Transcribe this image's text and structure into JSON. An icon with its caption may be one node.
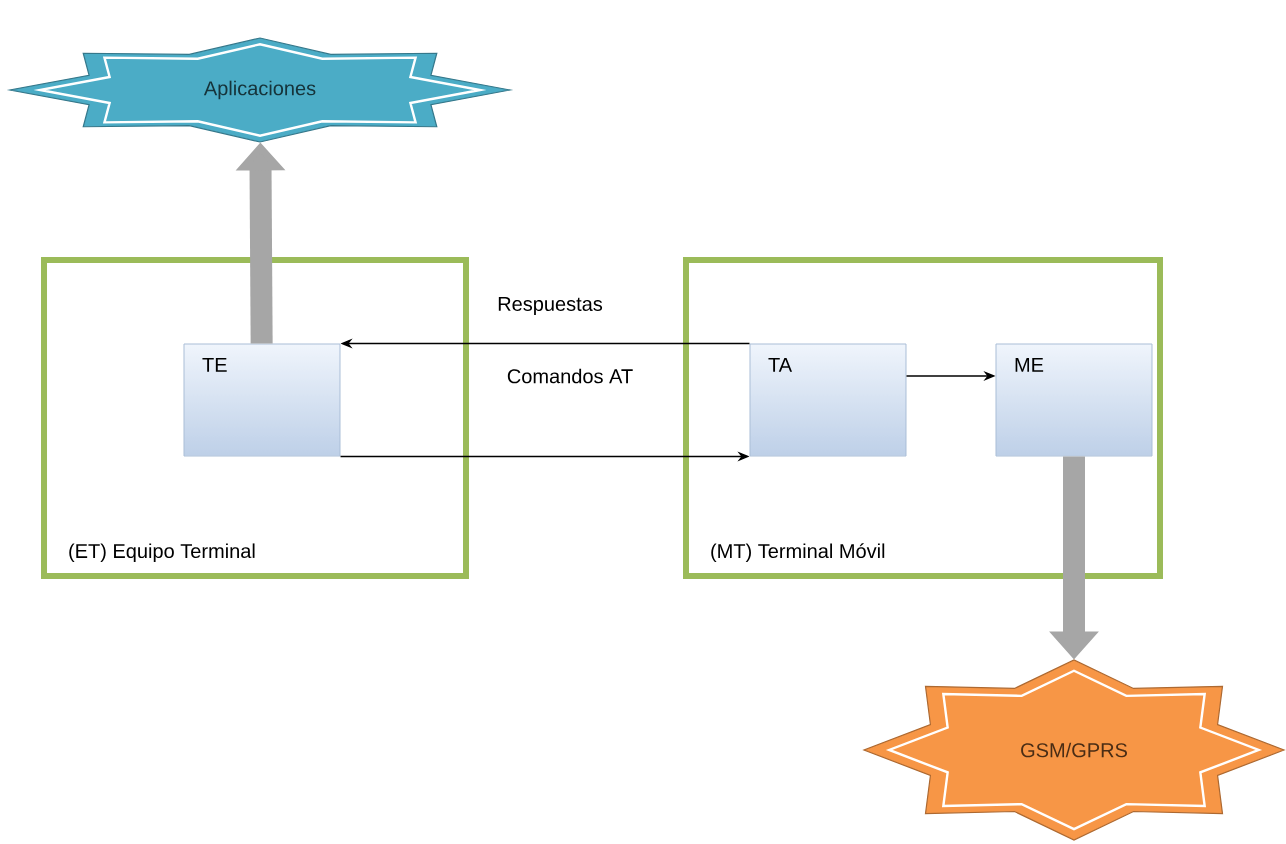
{
  "diagram": {
    "nodes": [
      {
        "text": [
          "Aplicaciones"
        ]
      },
      {
        "text": [
          "(ET) Equipo Terminal"
        ]
      },
      {
        "text": [
          "TE"
        ],
        "in": 1
      },
      {
        "text": [
          "(MT) Terminal Móvil"
        ]
      },
      {
        "text": [
          "TA"
        ],
        "in": 3
      },
      {
        "text": [
          "ME"
        ],
        "in": 3
      },
      {
        "text": [
          "GSM/GPRS"
        ]
      }
    ],
    "edges": [
      {
        "from": 2,
        "to": 0,
        "arrow": "to",
        "style": "thick",
        "color": "#a6a6a6"
      },
      {
        "from": 4,
        "to": 2,
        "arrow": "to",
        "label": "Respuestas"
      },
      {
        "from": 2,
        "to": 4,
        "arrow": "to",
        "label": "Comandos AT"
      },
      {
        "from": 4,
        "to": 5,
        "arrow": "to"
      },
      {
        "from": 5,
        "to": 6,
        "arrow": "to",
        "style": "thick",
        "color": "#a6a6a6"
      }
    ]
  }
}
